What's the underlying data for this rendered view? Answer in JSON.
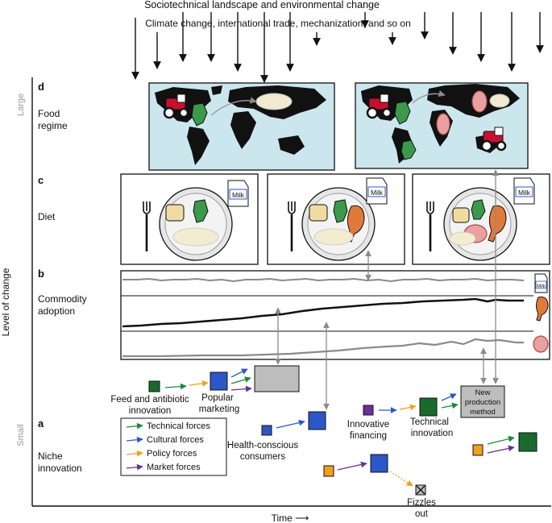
{
  "header": {
    "line1": "Sociotechnical landscape and environmental change",
    "line2": "Climate change, international trade, mechanization, and so on"
  },
  "axes": {
    "y_label": "Level of change",
    "y_high": "Large",
    "y_low": "Small",
    "x_label": "Time ⟶"
  },
  "levels": {
    "d": {
      "letter": "d",
      "label_line1": "Food",
      "label_line2": "regime"
    },
    "c": {
      "letter": "c",
      "label": "Diet"
    },
    "b": {
      "letter": "b",
      "label_line1": "Commodity",
      "label_line2": "adoption"
    },
    "a": {
      "letter": "a",
      "label_line1": "Niche",
      "label_line2": "innovation"
    }
  },
  "diet_panels": {
    "milk_label": "Milk"
  },
  "niche": {
    "feed_line1": "Feed and antibiotic",
    "feed_line2": "innovation",
    "popular_line1": "Popular",
    "popular_line2": "marketing",
    "health_line1": "Health-conscious",
    "health_line2": "consumers",
    "financing_line1": "Innovative",
    "financing_line2": "financing",
    "technical_line1": "Technical",
    "technical_line2": "innovation",
    "new_method_line1": "New",
    "new_method_line2": "production",
    "new_method_line3": "method",
    "fizzles_line1": "Fizzles",
    "fizzles_line2": "out"
  },
  "legend": {
    "items": [
      {
        "label": "Technical forces",
        "color": "#1a8a3c"
      },
      {
        "label": "Cultural forces",
        "color": "#2c57c7"
      },
      {
        "label": "Policy forces",
        "color": "#f0a020"
      },
      {
        "label": "Market forces",
        "color": "#6a2f9a"
      }
    ]
  },
  "colors": {
    "technical": "#1a8a3c",
    "cultural": "#2c57c7",
    "policy": "#f0a020",
    "market": "#6a2f9a",
    "map_bg": "#cce6ee",
    "gray_box": "#bdbdbd"
  }
}
